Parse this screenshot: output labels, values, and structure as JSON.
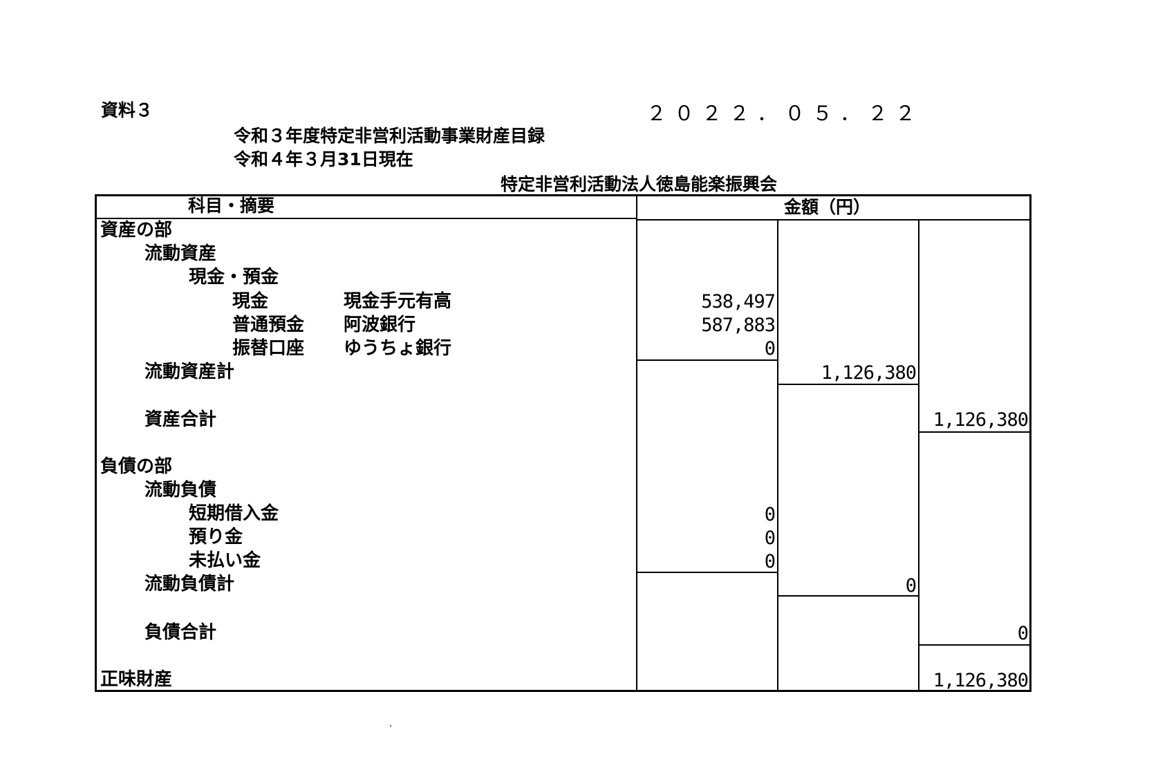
{
  "header": {
    "doc_label": "資料３",
    "date": "２０２２．０５．２２",
    "title": "令和３年度特定非営利活動事業財産目録",
    "as_of": "令和４年３月31日現在",
    "organization": "特定非営利活動法人徳島能楽振興会"
  },
  "table": {
    "col_subject": "科目・摘要",
    "col_amount": "金額（円）",
    "rows": {
      "assets_section": "資産の部",
      "current_assets": "流動資産",
      "cash_deposits": "現金・預金",
      "cash": {
        "name": "現金",
        "desc": "現金手元有高",
        "amount": "538,497"
      },
      "ordinary_deposit": {
        "name": "普通預金",
        "desc": "阿波銀行",
        "amount": "587,883"
      },
      "transfer_account": {
        "name": "振替口座",
        "desc": "ゆうちょ銀行",
        "amount": "0"
      },
      "current_assets_total": {
        "label": "流動資産計",
        "amount": "1,126,380"
      },
      "assets_total": {
        "label": "資産合計",
        "amount": "1,126,380"
      },
      "liabilities_section": "負債の部",
      "current_liabilities": "流動負債",
      "short_term_loans": {
        "label": "短期借入金",
        "amount": "0"
      },
      "deposits_received": {
        "label": "預り金",
        "amount": "0"
      },
      "accrued_payable": {
        "label": "未払い金",
        "amount": "0"
      },
      "current_liabilities_total": {
        "label": "流動負債計",
        "amount": "0"
      },
      "liabilities_total": {
        "label": "負債合計",
        "amount": "0"
      },
      "net_assets": {
        "label": "正味財産",
        "amount": "1,126,380"
      }
    }
  }
}
